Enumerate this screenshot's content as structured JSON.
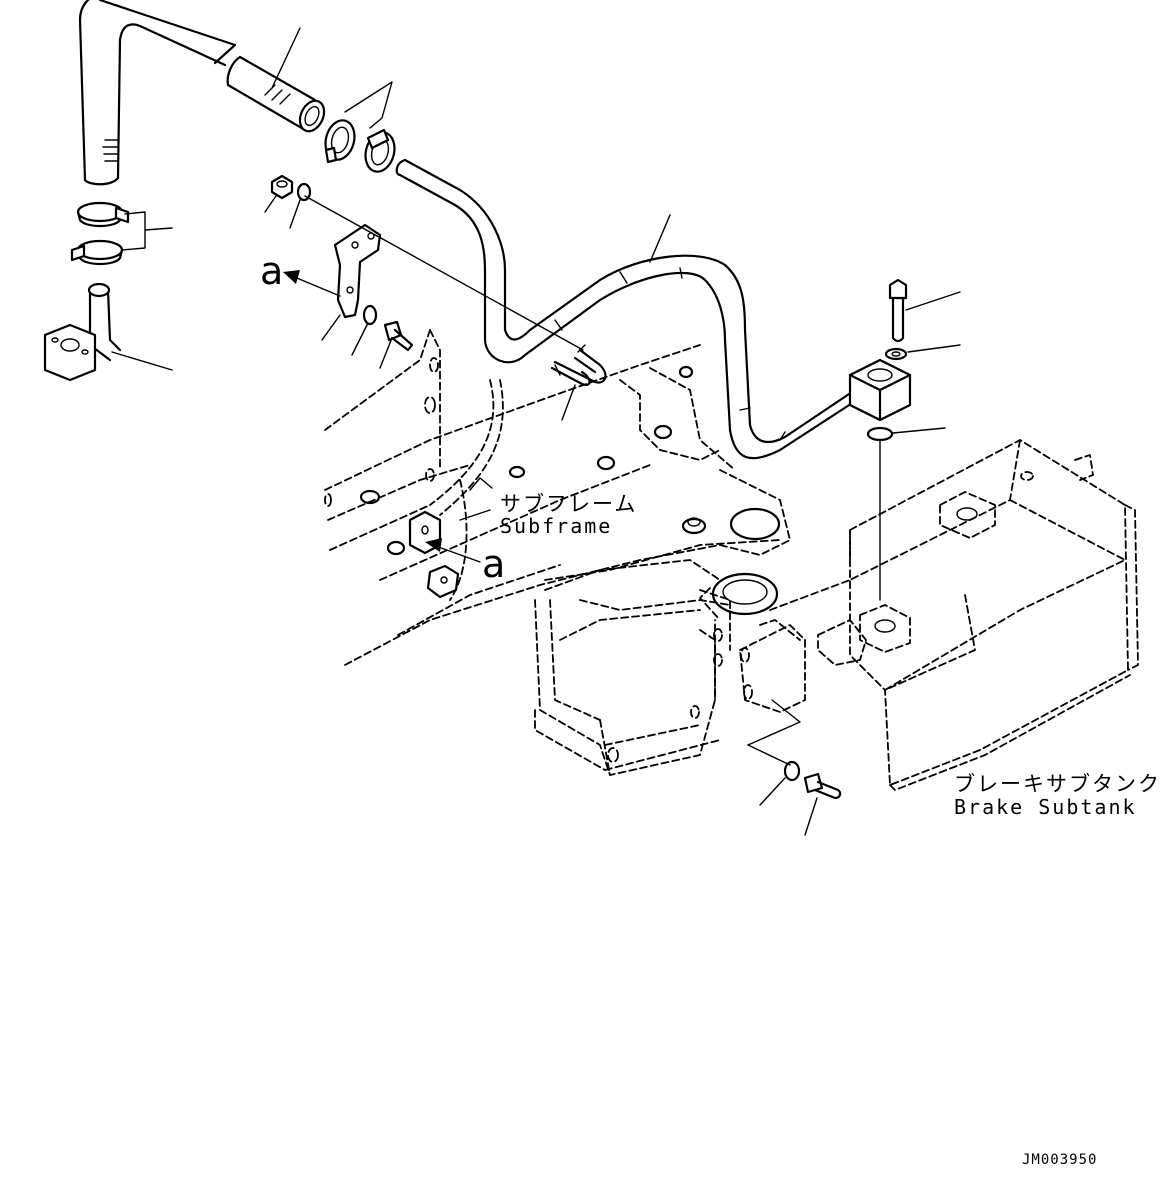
{
  "labels": {
    "subframe_jp": "サブフレーム",
    "subframe_en": "Subframe",
    "brake_subtank_jp": "ブレーキサブタンク",
    "brake_subtank_en": "Brake Subtank",
    "ref_a": "a",
    "drawing_code": "JM003950"
  },
  "colors": {
    "line": "#000000",
    "background": "#ffffff"
  }
}
